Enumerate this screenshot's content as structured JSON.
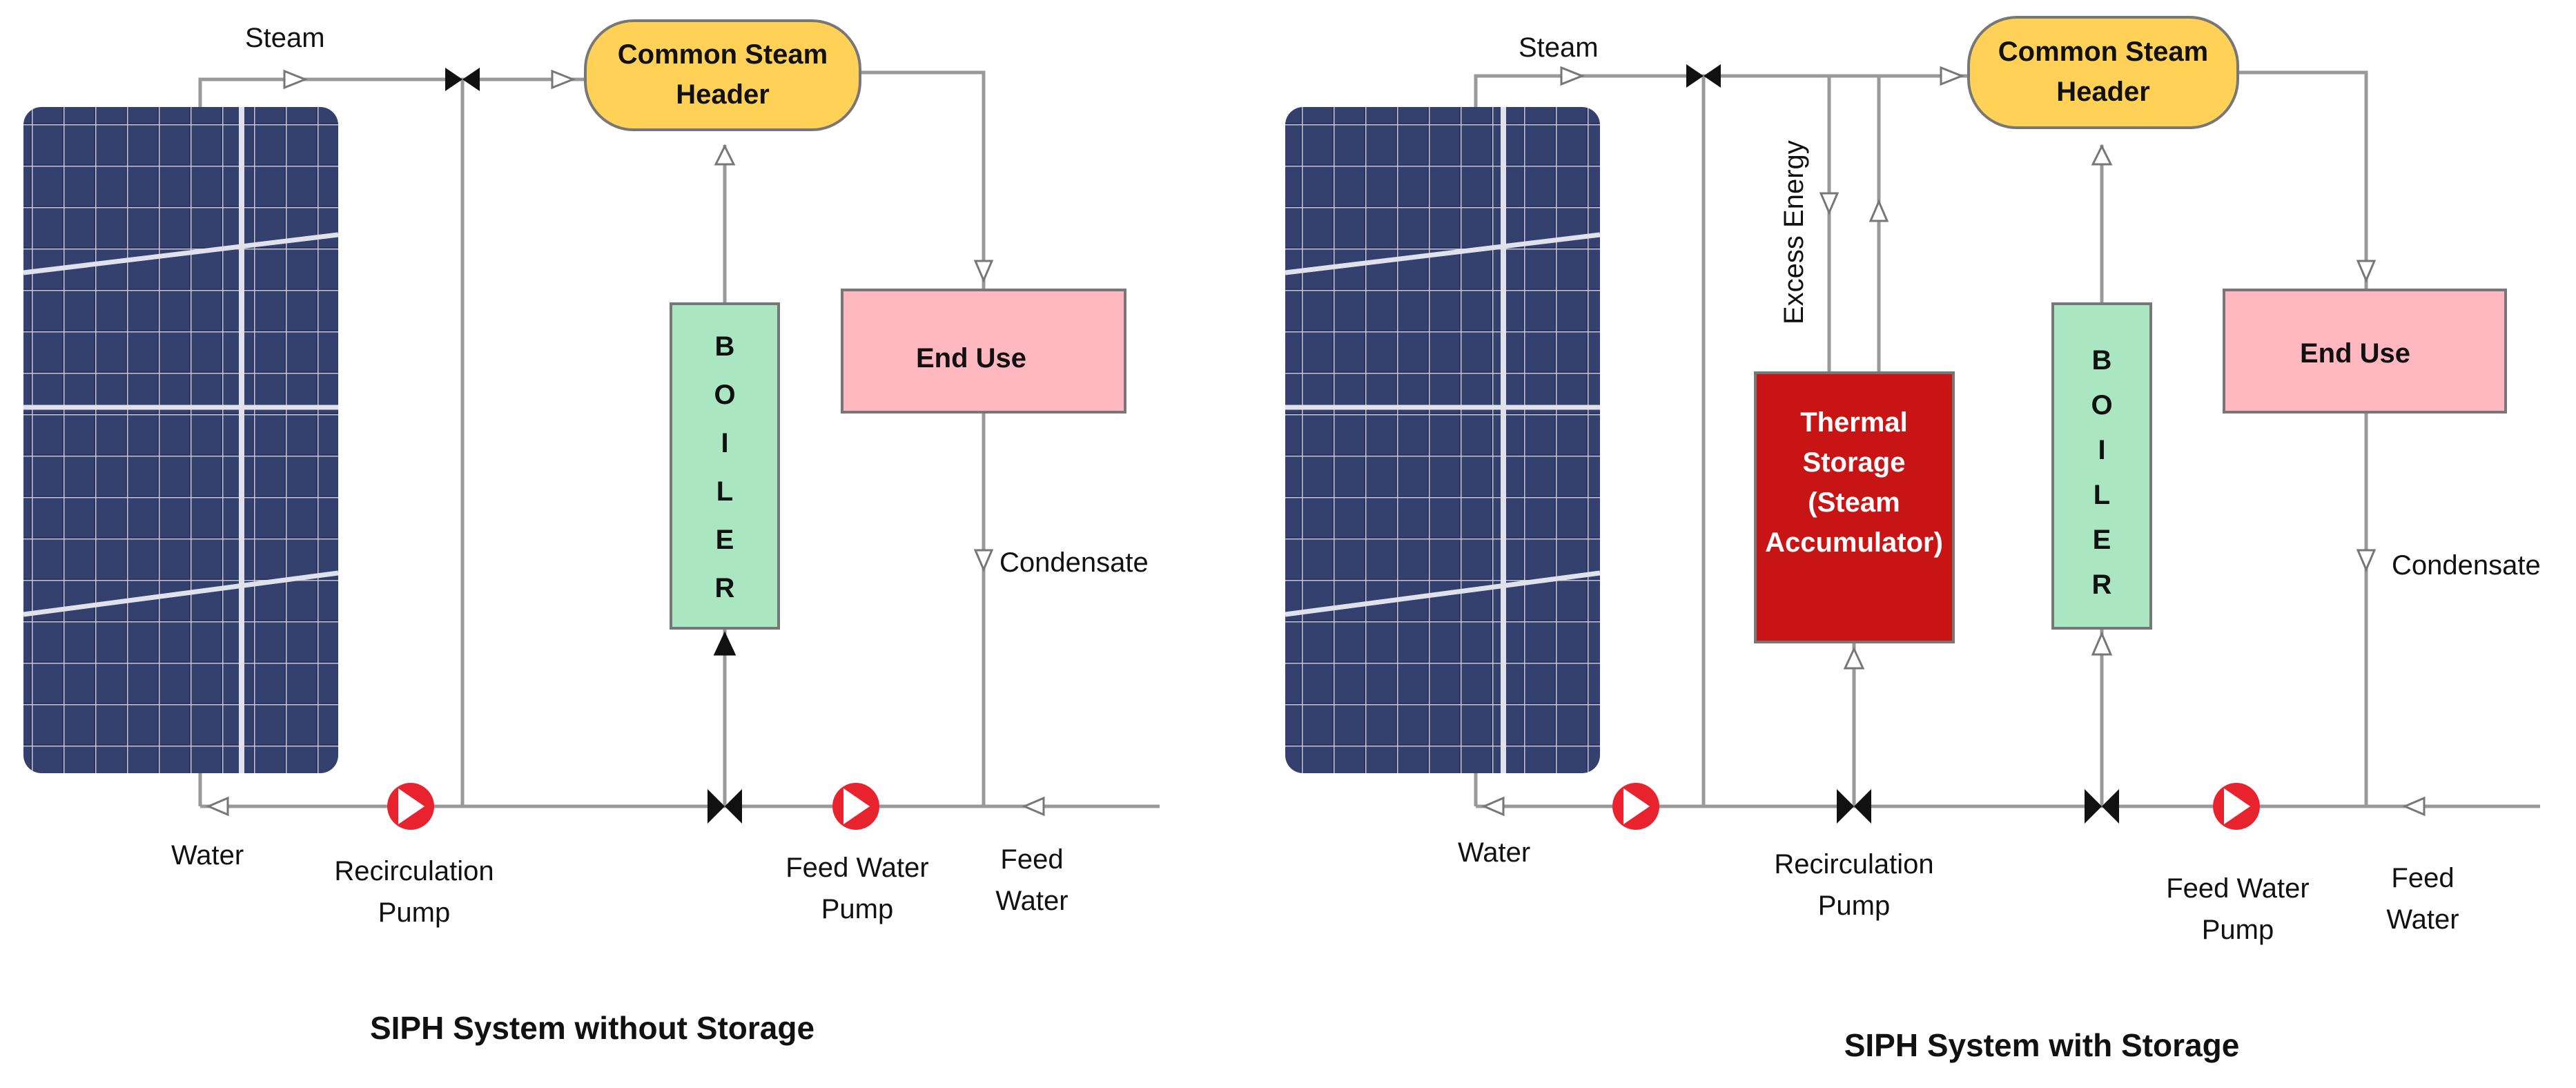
{
  "colors": {
    "header": "#ffd257",
    "boiler": "#a9e6c1",
    "end_use": "#ffb8c0",
    "storage": "#c81414",
    "pump": "#e8232e",
    "pipe": "#999999",
    "panel": "#2b3560"
  },
  "left": {
    "steam": "Steam",
    "header_line1": "Common Steam",
    "header_line2": "Header",
    "boiler_letters": [
      "B",
      "O",
      "I",
      "L",
      "E",
      "R"
    ],
    "end_use": "End Use",
    "condensate": "Condensate",
    "water": "Water",
    "recirc_line1": "Recirculation",
    "recirc_line2": "Pump",
    "feedpump_line1": "Feed Water",
    "feedpump_line2": "Pump",
    "feed_line1": "Feed",
    "feed_line2": "Water",
    "caption": "SIPH System without Storage"
  },
  "right": {
    "steam": "Steam",
    "header_line1": "Common Steam",
    "header_line2": "Header",
    "excess": "Excess Energy",
    "storage_line1": "Thermal",
    "storage_line2": "Storage",
    "storage_line3": "(Steam",
    "storage_line4": "Accumulator)",
    "boiler_letters": [
      "B",
      "O",
      "I",
      "L",
      "E",
      "R"
    ],
    "end_use": "End Use",
    "condensate": "Condensate",
    "water": "Water",
    "recirc_line1": "Recirculation",
    "recirc_line2": "Pump",
    "feedpump_line1": "Feed Water",
    "feedpump_line2": "Pump",
    "feed_line1": "Feed",
    "feed_line2": "Water",
    "caption": "SIPH System with Storage"
  }
}
